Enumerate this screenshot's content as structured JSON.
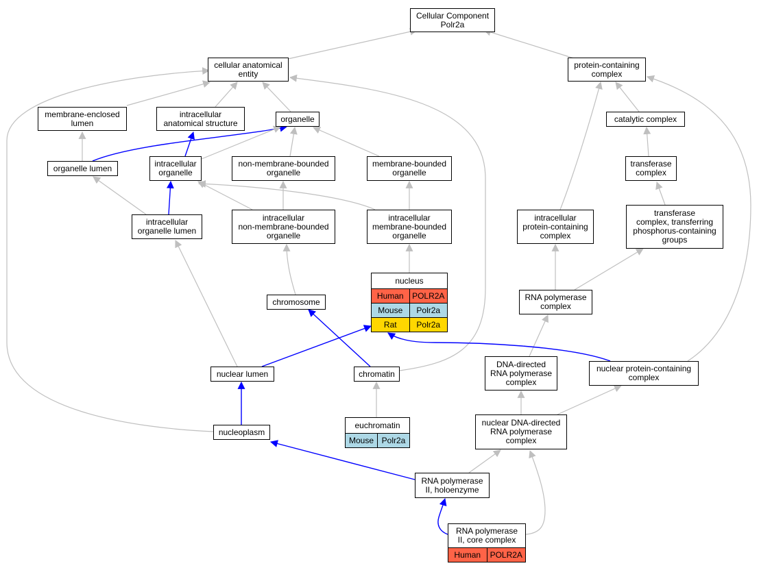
{
  "colors": {
    "gray_edge": "#bfbfbf",
    "blue_edge": "#0000ff",
    "Human": "#ff6347",
    "Mouse": "#add8e6",
    "Rat": "#ffd700"
  },
  "nodes": {
    "cellular-component": {
      "label": "Cellular Component\nPolr2a"
    },
    "cellular-anatomical-entity": {
      "label": "cellular anatomical\nentity"
    },
    "protein-containing-complex": {
      "label": "protein-containing\ncomplex"
    },
    "membrane-enclosed-lumen": {
      "label": "membrane-enclosed\nlumen"
    },
    "intracellular-anatomical-structure": {
      "label": "intracellular\nanatomical structure"
    },
    "organelle": {
      "label": "organelle"
    },
    "catalytic-complex": {
      "label": "catalytic complex"
    },
    "organelle-lumen": {
      "label": "organelle lumen"
    },
    "intracellular-organelle": {
      "label": "intracellular\norganelle"
    },
    "non-membrane-bounded-organelle": {
      "label": "non-membrane-bounded\norganelle"
    },
    "membrane-bounded-organelle": {
      "label": "membrane-bounded\norganelle"
    },
    "transferase-complex": {
      "label": "transferase\ncomplex"
    },
    "intracellular-organelle-lumen": {
      "label": "intracellular\norganelle lumen"
    },
    "intracellular-non-membrane-bounded-organelle": {
      "label": "intracellular\nnon-membrane-bounded\norganelle"
    },
    "intracellular-membrane-bounded-organelle": {
      "label": "intracellular\nmembrane-bounded\norganelle"
    },
    "intracellular-protein-containing-complex": {
      "label": "intracellular\nprotein-containing\ncomplex"
    },
    "transferase-complex-phosphorus": {
      "label": "transferase\ncomplex, transferring\nphosphorus-containing\ngroups"
    },
    "nucleus": {
      "label": "nucleus",
      "orthologs": [
        {
          "species": "Human",
          "gene": "POLR2A"
        },
        {
          "species": "Mouse",
          "gene": "Polr2a"
        },
        {
          "species": "Rat",
          "gene": "Polr2a"
        }
      ]
    },
    "chromosome": {
      "label": "chromosome"
    },
    "rna-polymerase-complex": {
      "label": "RNA polymerase\ncomplex"
    },
    "nuclear-lumen": {
      "label": "nuclear lumen"
    },
    "chromatin": {
      "label": "chromatin"
    },
    "dna-directed-rna-polymerase-complex": {
      "label": "DNA-directed\nRNA polymerase\ncomplex"
    },
    "nuclear-protein-containing-complex": {
      "label": "nuclear protein-containing\ncomplex"
    },
    "euchromatin": {
      "label": "euchromatin",
      "orthologs": [
        {
          "species": "Mouse",
          "gene": "Polr2a"
        }
      ]
    },
    "nucleoplasm": {
      "label": "nucleoplasm"
    },
    "nuclear-dna-directed-rna-polymerase-complex": {
      "label": "nuclear DNA-directed\nRNA polymerase\ncomplex"
    },
    "rna-polymerase-ii-holoenzyme": {
      "label": "RNA polymerase\nII, holoenzyme"
    },
    "rna-polymerase-ii-core-complex": {
      "label": "RNA polymerase\nII, core complex",
      "orthologs": [
        {
          "species": "Human",
          "gene": "POLR2A"
        }
      ]
    }
  },
  "edges": [
    {
      "from": "cellular-anatomical-entity",
      "to": "cellular-component",
      "color": "gray"
    },
    {
      "from": "protein-containing-complex",
      "to": "cellular-component",
      "color": "gray"
    },
    {
      "from": "membrane-enclosed-lumen",
      "to": "cellular-anatomical-entity",
      "color": "gray"
    },
    {
      "from": "intracellular-anatomical-structure",
      "to": "cellular-anatomical-entity",
      "color": "gray"
    },
    {
      "from": "organelle",
      "to": "cellular-anatomical-entity",
      "color": "gray"
    },
    {
      "from": "nucleoplasm",
      "to": "cellular-anatomical-entity",
      "color": "gray"
    },
    {
      "from": "chromatin",
      "to": "cellular-anatomical-entity",
      "color": "gray"
    },
    {
      "from": "catalytic-complex",
      "to": "protein-containing-complex",
      "color": "gray"
    },
    {
      "from": "intracellular-protein-containing-complex",
      "to": "protein-containing-complex",
      "color": "gray"
    },
    {
      "from": "nuclear-protein-containing-complex",
      "to": "protein-containing-complex",
      "color": "gray"
    },
    {
      "from": "organelle-lumen",
      "to": "membrane-enclosed-lumen",
      "color": "gray"
    },
    {
      "from": "organelle-lumen",
      "to": "organelle",
      "color": "blue"
    },
    {
      "from": "intracellular-organelle",
      "to": "intracellular-anatomical-structure",
      "color": "blue"
    },
    {
      "from": "intracellular-organelle",
      "to": "organelle",
      "color": "gray"
    },
    {
      "from": "non-membrane-bounded-organelle",
      "to": "organelle",
      "color": "gray"
    },
    {
      "from": "membrane-bounded-organelle",
      "to": "organelle",
      "color": "gray"
    },
    {
      "from": "transferase-complex",
      "to": "catalytic-complex",
      "color": "gray"
    },
    {
      "from": "intracellular-organelle-lumen",
      "to": "organelle-lumen",
      "color": "gray"
    },
    {
      "from": "intracellular-organelle-lumen",
      "to": "intracellular-organelle",
      "color": "blue"
    },
    {
      "from": "intracellular-non-membrane-bounded-organelle",
      "to": "intracellular-organelle",
      "color": "gray"
    },
    {
      "from": "intracellular-non-membrane-bounded-organelle",
      "to": "non-membrane-bounded-organelle",
      "color": "gray"
    },
    {
      "from": "intracellular-membrane-bounded-organelle",
      "to": "intracellular-organelle",
      "color": "gray"
    },
    {
      "from": "intracellular-membrane-bounded-organelle",
      "to": "membrane-bounded-organelle",
      "color": "gray"
    },
    {
      "from": "transferase-complex-phosphorus",
      "to": "transferase-complex",
      "color": "gray"
    },
    {
      "from": "nucleus",
      "to": "intracellular-membrane-bounded-organelle",
      "color": "gray"
    },
    {
      "from": "chromosome",
      "to": "intracellular-non-membrane-bounded-organelle",
      "color": "gray"
    },
    {
      "from": "rna-polymerase-complex",
      "to": "intracellular-protein-containing-complex",
      "color": "gray"
    },
    {
      "from": "rna-polymerase-complex",
      "to": "transferase-complex-phosphorus",
      "color": "gray"
    },
    {
      "from": "nuclear-lumen",
      "to": "intracellular-organelle-lumen",
      "color": "gray"
    },
    {
      "from": "nuclear-lumen",
      "to": "nucleus",
      "color": "blue"
    },
    {
      "from": "chromatin",
      "to": "chromosome",
      "color": "blue"
    },
    {
      "from": "dna-directed-rna-polymerase-complex",
      "to": "rna-polymerase-complex",
      "color": "gray"
    },
    {
      "from": "nuclear-protein-containing-complex",
      "to": "nucleus",
      "color": "blue"
    },
    {
      "from": "euchromatin",
      "to": "chromatin",
      "color": "gray"
    },
    {
      "from": "nucleoplasm",
      "to": "nuclear-lumen",
      "color": "blue"
    },
    {
      "from": "nuclear-dna-directed-rna-polymerase-complex",
      "to": "dna-directed-rna-polymerase-complex",
      "color": "gray"
    },
    {
      "from": "nuclear-dna-directed-rna-polymerase-complex",
      "to": "nuclear-protein-containing-complex",
      "color": "gray"
    },
    {
      "from": "rna-polymerase-ii-holoenzyme",
      "to": "nuclear-dna-directed-rna-polymerase-complex",
      "color": "gray"
    },
    {
      "from": "rna-polymerase-ii-holoenzyme",
      "to": "nucleoplasm",
      "color": "blue"
    },
    {
      "from": "rna-polymerase-ii-core-complex",
      "to": "rna-polymerase-ii-holoenzyme",
      "color": "blue"
    },
    {
      "from": "rna-polymerase-ii-core-complex",
      "to": "nuclear-dna-directed-rna-polymerase-complex",
      "color": "gray"
    }
  ]
}
